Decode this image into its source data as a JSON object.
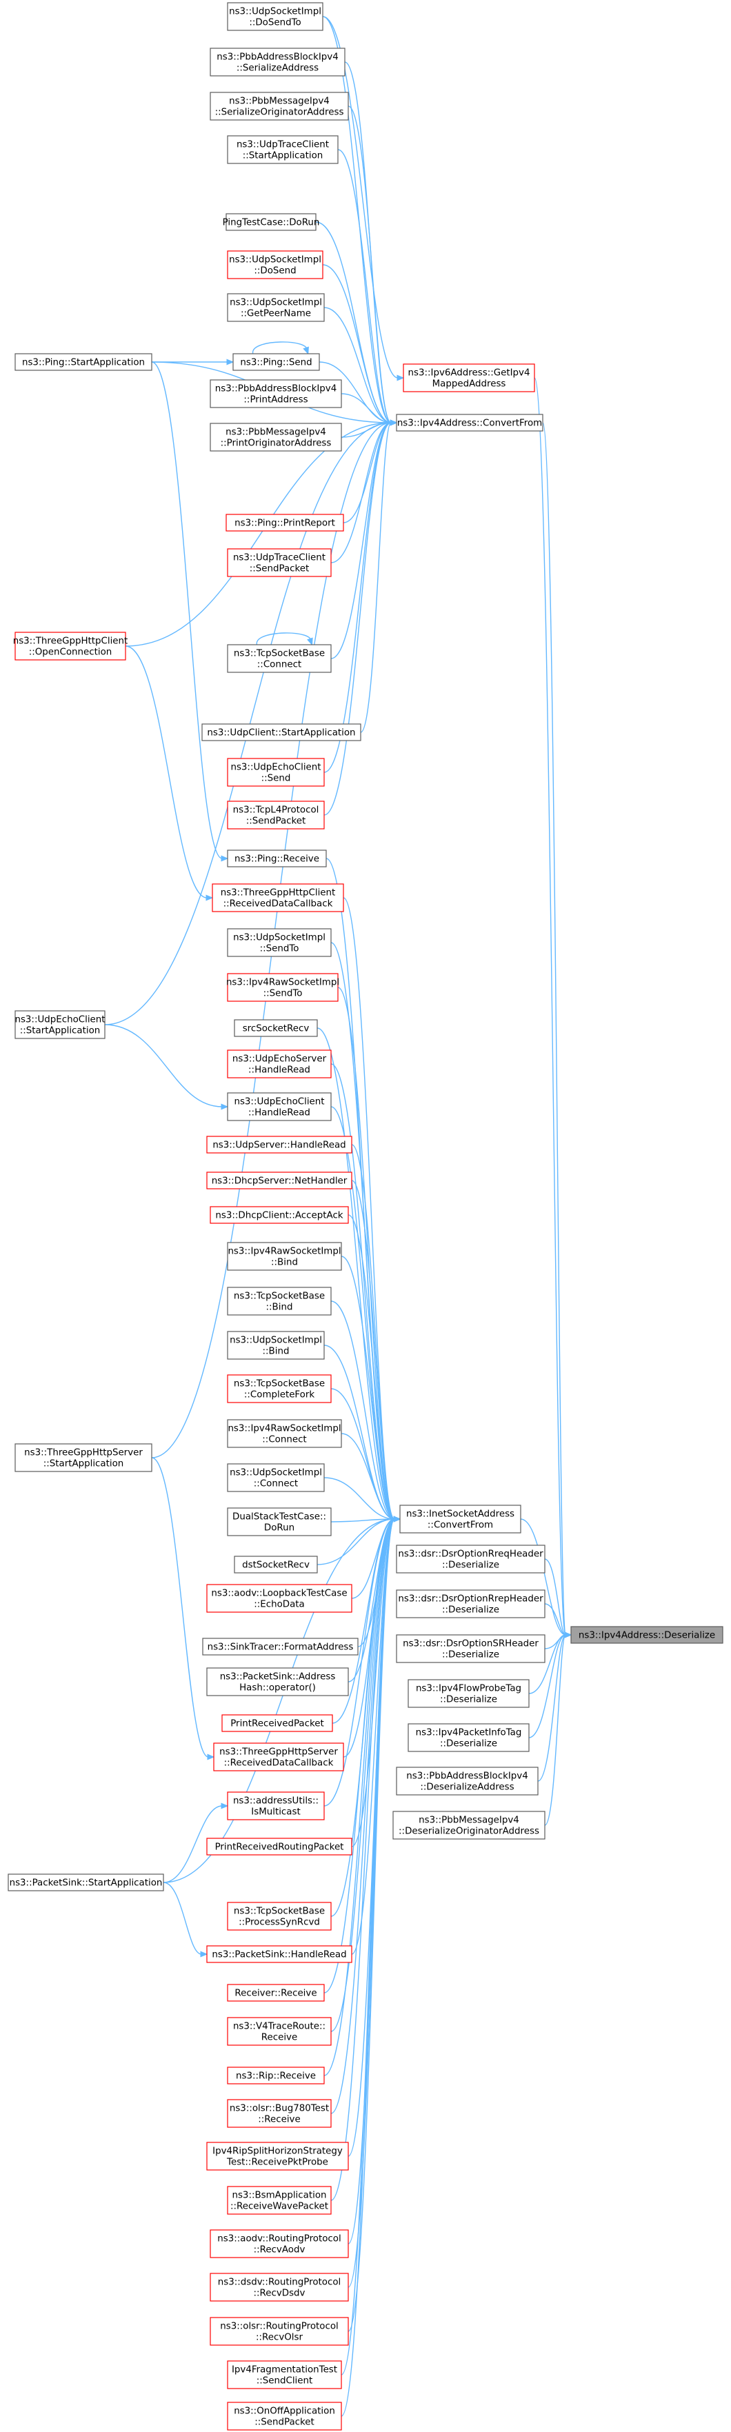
{
  "nodes": {
    "n_dosendto": {
      "lines": [
        "ns3::UdpSocketImpl",
        "::DoSendTo"
      ],
      "red": false
    },
    "n_pbbaddr_ser": {
      "lines": [
        "ns3::PbbAddressBlockIpv4",
        "::SerializeAddress"
      ],
      "red": false
    },
    "n_pbbmsg_ser": {
      "lines": [
        "ns3::PbbMessageIpv4",
        "::SerializeOriginatorAddress"
      ],
      "red": false
    },
    "n_udptrace_start": {
      "lines": [
        "ns3::UdpTraceClient",
        "::StartApplication"
      ],
      "red": false
    },
    "n_pingtest_dorun": {
      "lines": [
        "PingTestCase::DoRun"
      ],
      "red": false
    },
    "n_udpsock_dosend": {
      "lines": [
        "ns3::UdpSocketImpl",
        "::DoSend"
      ],
      "red": true
    },
    "n_udpsock_getpeer": {
      "lines": [
        "ns3::UdpSocketImpl",
        "::GetPeerName"
      ],
      "red": false
    },
    "n_ping_start": {
      "lines": [
        "ns3::Ping::StartApplication"
      ],
      "red": false
    },
    "n_ping_send": {
      "lines": [
        "ns3::Ping::Send"
      ],
      "red": false
    },
    "n_ipv6_getipv4": {
      "lines": [
        "ns3::Ipv6Address::GetIpv4",
        "MappedAddress"
      ],
      "red": true
    },
    "n_pbbaddr_print": {
      "lines": [
        "ns3::PbbAddressBlockIpv4",
        "::PrintAddress"
      ],
      "red": false
    },
    "n_ipv4_convertfrom": {
      "lines": [
        "ns3::Ipv4Address::ConvertFrom"
      ],
      "red": false
    },
    "n_pbbmsg_print": {
      "lines": [
        "ns3::PbbMessageIpv4",
        "::PrintOriginatorAddress"
      ],
      "red": false
    },
    "n_ping_printreport": {
      "lines": [
        "ns3::Ping::PrintReport"
      ],
      "red": true
    },
    "n_udptrace_sendpacket": {
      "lines": [
        "ns3::UdpTraceClient",
        "::SendPacket"
      ],
      "red": true
    },
    "n_threegpp_client_open": {
      "lines": [
        "ns3::ThreeGppHttpClient",
        "::OpenConnection"
      ],
      "red": true
    },
    "n_tcpsock_connect": {
      "lines": [
        "ns3::TcpSocketBase",
        "::Connect"
      ],
      "red": false
    },
    "n_udpclient_start": {
      "lines": [
        "ns3::UdpClient::StartApplication"
      ],
      "red": false
    },
    "n_udpecho_send": {
      "lines": [
        "ns3::UdpEchoClient",
        "::Send"
      ],
      "red": true
    },
    "n_tcpl4_sendpacket": {
      "lines": [
        "ns3::TcpL4Protocol",
        "::SendPacket"
      ],
      "red": true
    },
    "n_ping_receive": {
      "lines": [
        "ns3::Ping::Receive"
      ],
      "red": false
    },
    "n_threegpp_client_recv": {
      "lines": [
        "ns3::ThreeGppHttpClient",
        "::ReceivedDataCallback"
      ],
      "red": true
    },
    "n_udpsock_sendto": {
      "lines": [
        "ns3::UdpSocketImpl",
        "::SendTo"
      ],
      "red": false
    },
    "n_ipv4raw_sendto": {
      "lines": [
        "ns3::Ipv4RawSocketImpl",
        "::SendTo"
      ],
      "red": true
    },
    "n_srcsocketrecv": {
      "lines": [
        "srcSocketRecv"
      ],
      "red": false
    },
    "n_udpechoclient_start": {
      "lines": [
        "ns3::UdpEchoClient",
        "::StartApplication"
      ],
      "red": false
    },
    "n_udpechoserver_read": {
      "lines": [
        "ns3::UdpEchoServer",
        "::HandleRead"
      ],
      "red": true
    },
    "n_udpechoclient_read": {
      "lines": [
        "ns3::UdpEchoClient",
        "::HandleRead"
      ],
      "red": false
    },
    "n_udpserver_read": {
      "lines": [
        "ns3::UdpServer::HandleRead"
      ],
      "red": true
    },
    "n_dhcpserver_net": {
      "lines": [
        "ns3::DhcpServer::NetHandler"
      ],
      "red": true
    },
    "n_dhcpclient_ack": {
      "lines": [
        "ns3::DhcpClient::AcceptAck"
      ],
      "red": true
    },
    "n_ipv4raw_bind": {
      "lines": [
        "ns3::Ipv4RawSocketImpl",
        "::Bind"
      ],
      "red": false
    },
    "n_tcpsock_bind": {
      "lines": [
        "ns3::TcpSocketBase",
        "::Bind"
      ],
      "red": false
    },
    "n_udpsock_bind": {
      "lines": [
        "ns3::UdpSocketImpl",
        "::Bind"
      ],
      "red": false
    },
    "n_tcpsock_fork": {
      "lines": [
        "ns3::TcpSocketBase",
        "::CompleteFork"
      ],
      "red": true
    },
    "n_threegpp_server_start": {
      "lines": [
        "ns3::ThreeGppHttpServer",
        "::StartApplication"
      ],
      "red": false
    },
    "n_ipv4raw_connect": {
      "lines": [
        "ns3::Ipv4RawSocketImpl",
        "::Connect"
      ],
      "red": false
    },
    "n_udpsock_connect": {
      "lines": [
        "ns3::UdpSocketImpl",
        "::Connect"
      ],
      "red": false
    },
    "n_dualstack_dorun": {
      "lines": [
        "DualStackTestCase::",
        "DoRun"
      ],
      "red": false
    },
    "n_inetsock_convertfrom": {
      "lines": [
        "ns3::InetSocketAddress",
        "::ConvertFrom"
      ],
      "red": false
    },
    "n_dstsocketrecv": {
      "lines": [
        "dstSocketRecv"
      ],
      "red": false
    },
    "n_dsr_rreq": {
      "lines": [
        "ns3::dsr::DsrOptionRreqHeader",
        "::Deserialize"
      ],
      "red": false
    },
    "n_dsr_rrep": {
      "lines": [
        "ns3::dsr::DsrOptionRrepHeader",
        "::Deserialize"
      ],
      "red": false
    },
    "n_aodv_loopback": {
      "lines": [
        "ns3::aodv::LoopbackTestCase",
        "::EchoData"
      ],
      "red": true
    },
    "n_target": {
      "lines": [
        "ns3::Ipv4Address::Deserialize"
      ],
      "red": false
    },
    "n_dsr_sr": {
      "lines": [
        "ns3::dsr::DsrOptionSRHeader",
        "::Deserialize"
      ],
      "red": false
    },
    "n_sinktracer": {
      "lines": [
        "ns3::SinkTracer::FormatAddress"
      ],
      "red": false
    },
    "n_ipv4flowprobe": {
      "lines": [
        "ns3::Ipv4FlowProbeTag",
        "::Deserialize"
      ],
      "red": false
    },
    "n_packetsink_hash": {
      "lines": [
        "ns3::PacketSink::Address",
        "Hash::operator()"
      ],
      "red": false
    },
    "n_ipv4packetinfo": {
      "lines": [
        "ns3::Ipv4PacketInfoTag",
        "::Deserialize"
      ],
      "red": false
    },
    "n_printreceivedpacket": {
      "lines": [
        "PrintReceivedPacket"
      ],
      "red": true
    },
    "n_pbbaddr_deser": {
      "lines": [
        "ns3::PbbAddressBlockIpv4",
        "::DeserializeAddress"
      ],
      "red": false
    },
    "n_threegpp_server_recv": {
      "lines": [
        "ns3::ThreeGppHttpServer",
        "::ReceivedDataCallback"
      ],
      "red": true
    },
    "n_pbbmsg_deser": {
      "lines": [
        "ns3::PbbMessageIpv4",
        "::DeserializeOriginatorAddress"
      ],
      "red": false
    },
    "n_addressutils_multicast": {
      "lines": [
        "ns3::addressUtils::",
        "IsMulticast"
      ],
      "red": true
    },
    "n_printreceivedrouting": {
      "lines": [
        "PrintReceivedRoutingPacket"
      ],
      "red": true
    },
    "n_packetsink_start": {
      "lines": [
        "ns3::PacketSink::StartApplication"
      ],
      "red": false
    },
    "n_tcpsock_synrcvd": {
      "lines": [
        "ns3::TcpSocketBase",
        "::ProcessSynRcvd"
      ],
      "red": true
    },
    "n_packetsink_read": {
      "lines": [
        "ns3::PacketSink::HandleRead"
      ],
      "red": true
    },
    "n_receiver_receive": {
      "lines": [
        "Receiver::Receive"
      ],
      "red": true
    },
    "n_v4traceroute_receive": {
      "lines": [
        "ns3::V4TraceRoute::",
        "Receive"
      ],
      "red": true
    },
    "n_rip_receive": {
      "lines": [
        "ns3::Rip::Receive"
      ],
      "red": true
    },
    "n_olsr_bug780": {
      "lines": [
        "ns3::olsr::Bug780Test",
        "::Receive"
      ],
      "red": true
    },
    "n_ipv4rip_split": {
      "lines": [
        "Ipv4RipSplitHorizonStrategy",
        "Test::ReceivePktProbe"
      ],
      "red": true
    },
    "n_bsm_receive": {
      "lines": [
        "ns3::BsmApplication",
        "::ReceiveWavePacket"
      ],
      "red": true
    },
    "n_aodv_recv": {
      "lines": [
        "ns3::aodv::RoutingProtocol",
        "::RecvAodv"
      ],
      "red": true
    },
    "n_dsdv_recv": {
      "lines": [
        "ns3::dsdv::RoutingProtocol",
        "::RecvDsdv"
      ],
      "red": true
    },
    "n_olsr_recv": {
      "lines": [
        "ns3::olsr::RoutingProtocol",
        "::RecvOlsr"
      ],
      "red": true
    },
    "n_ipv4frag_send": {
      "lines": [
        "Ipv4FragmentationTest",
        "::SendClient"
      ],
      "red": true
    },
    "n_onoff_send": {
      "lines": [
        "ns3::OnOffApplication",
        "::SendPacket"
      ],
      "red": true
    }
  },
  "edges": [
    [
      "n_ping_start",
      "n_ping_send"
    ],
    [
      "n_ping_send",
      "n_ping_send"
    ],
    [
      "n_tcpsock_connect",
      "n_tcpsock_connect"
    ],
    [
      "n_ping_start",
      "n_ping_receive"
    ],
    [
      "n_threegpp_client_open",
      "n_threegpp_client_recv"
    ],
    [
      "n_udpechoclient_start",
      "n_udpechoclient_read"
    ],
    [
      "n_threegpp_server_start",
      "n_threegpp_server_recv"
    ],
    [
      "n_packetsink_start",
      "n_addressutils_multicast"
    ],
    [
      "n_packetsink_start",
      "n_packetsink_read"
    ],
    [
      "n_dosendto",
      "n_ipv6_getipv4"
    ],
    [
      "n_dosendto",
      "n_ipv4_convertfrom"
    ],
    [
      "n_pbbaddr_ser",
      "n_ipv4_convertfrom"
    ],
    [
      "n_pbbmsg_ser",
      "n_ipv4_convertfrom"
    ],
    [
      "n_udptrace_start",
      "n_ipv4_convertfrom"
    ],
    [
      "n_pingtest_dorun",
      "n_ipv4_convertfrom"
    ],
    [
      "n_udpsock_dosend",
      "n_ipv4_convertfrom"
    ],
    [
      "n_udpsock_getpeer",
      "n_ipv4_convertfrom"
    ],
    [
      "n_ping_start",
      "n_ipv4_convertfrom"
    ],
    [
      "n_ping_send",
      "n_ipv4_convertfrom"
    ],
    [
      "n_pbbaddr_print",
      "n_ipv4_convertfrom"
    ],
    [
      "n_pbbmsg_print",
      "n_ipv4_convertfrom"
    ],
    [
      "n_ping_printreport",
      "n_ipv4_convertfrom"
    ],
    [
      "n_udptrace_sendpacket",
      "n_ipv4_convertfrom"
    ],
    [
      "n_threegpp_client_open",
      "n_ipv4_convertfrom"
    ],
    [
      "n_tcpsock_connect",
      "n_ipv4_convertfrom"
    ],
    [
      "n_udpclient_start",
      "n_ipv4_convertfrom"
    ],
    [
      "n_udpecho_send",
      "n_ipv4_convertfrom"
    ],
    [
      "n_tcpl4_sendpacket",
      "n_ipv4_convertfrom"
    ],
    [
      "n_udpechoclient_start",
      "n_ipv4_convertfrom"
    ],
    [
      "n_threegpp_server_start",
      "n_ipv4_convertfrom"
    ],
    [
      "n_ping_receive",
      "n_inetsock_convertfrom"
    ],
    [
      "n_threegpp_client_recv",
      "n_inetsock_convertfrom"
    ],
    [
      "n_udpsock_sendto",
      "n_inetsock_convertfrom"
    ],
    [
      "n_ipv4raw_sendto",
      "n_inetsock_convertfrom"
    ],
    [
      "n_srcsocketrecv",
      "n_inetsock_convertfrom"
    ],
    [
      "n_udpechoserver_read",
      "n_inetsock_convertfrom"
    ],
    [
      "n_udpechoclient_read",
      "n_inetsock_convertfrom"
    ],
    [
      "n_udpserver_read",
      "n_inetsock_convertfrom"
    ],
    [
      "n_dhcpserver_net",
      "n_inetsock_convertfrom"
    ],
    [
      "n_dhcpclient_ack",
      "n_inetsock_convertfrom"
    ],
    [
      "n_ipv4raw_bind",
      "n_inetsock_convertfrom"
    ],
    [
      "n_tcpsock_bind",
      "n_inetsock_convertfrom"
    ],
    [
      "n_udpsock_bind",
      "n_inetsock_convertfrom"
    ],
    [
      "n_tcpsock_fork",
      "n_inetsock_convertfrom"
    ],
    [
      "n_ipv4raw_connect",
      "n_inetsock_convertfrom"
    ],
    [
      "n_udpsock_connect",
      "n_inetsock_convertfrom"
    ],
    [
      "n_dualstack_dorun",
      "n_inetsock_convertfrom"
    ],
    [
      "n_dstsocketrecv",
      "n_inetsock_convertfrom"
    ],
    [
      "n_aodv_loopback",
      "n_inetsock_convertfrom"
    ],
    [
      "n_sinktracer",
      "n_inetsock_convertfrom"
    ],
    [
      "n_packetsink_hash",
      "n_inetsock_convertfrom"
    ],
    [
      "n_printreceivedpacket",
      "n_inetsock_convertfrom"
    ],
    [
      "n_threegpp_server_recv",
      "n_inetsock_convertfrom"
    ],
    [
      "n_addressutils_multicast",
      "n_inetsock_convertfrom"
    ],
    [
      "n_printreceivedrouting",
      "n_inetsock_convertfrom"
    ],
    [
      "n_packetsink_start",
      "n_inetsock_convertfrom"
    ],
    [
      "n_tcpsock_synrcvd",
      "n_inetsock_convertfrom"
    ],
    [
      "n_packetsink_read",
      "n_inetsock_convertfrom"
    ],
    [
      "n_receiver_receive",
      "n_inetsock_convertfrom"
    ],
    [
      "n_v4traceroute_receive",
      "n_inetsock_convertfrom"
    ],
    [
      "n_rip_receive",
      "n_inetsock_convertfrom"
    ],
    [
      "n_olsr_bug780",
      "n_inetsock_convertfrom"
    ],
    [
      "n_ipv4rip_split",
      "n_inetsock_convertfrom"
    ],
    [
      "n_bsm_receive",
      "n_inetsock_convertfrom"
    ],
    [
      "n_aodv_recv",
      "n_inetsock_convertfrom"
    ],
    [
      "n_dsdv_recv",
      "n_inetsock_convertfrom"
    ],
    [
      "n_olsr_recv",
      "n_inetsock_convertfrom"
    ],
    [
      "n_ipv4frag_send",
      "n_inetsock_convertfrom"
    ],
    [
      "n_onoff_send",
      "n_inetsock_convertfrom"
    ],
    [
      "n_ipv6_getipv4",
      "n_target"
    ],
    [
      "n_ipv4_convertfrom",
      "n_target"
    ],
    [
      "n_inetsock_convertfrom",
      "n_target"
    ],
    [
      "n_dsr_rreq",
      "n_target"
    ],
    [
      "n_dsr_rrep",
      "n_target"
    ],
    [
      "n_dsr_sr",
      "n_target"
    ],
    [
      "n_ipv4flowprobe",
      "n_target"
    ],
    [
      "n_ipv4packetinfo",
      "n_target"
    ],
    [
      "n_pbbaddr_deser",
      "n_target"
    ],
    [
      "n_pbbmsg_deser",
      "n_target"
    ]
  ]
}
